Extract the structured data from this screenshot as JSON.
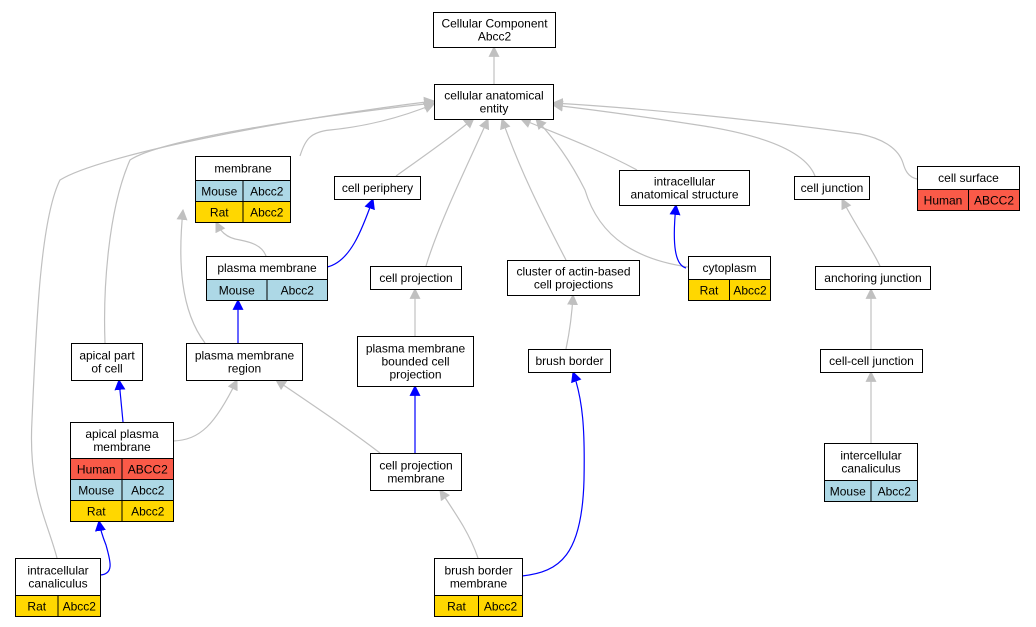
{
  "colors": {
    "human": "#fa5a48",
    "mouse": "#add8e6",
    "rat": "#ffd700",
    "edge_isa": "#c0c0c0",
    "edge_partof": "#0000ff"
  },
  "nodes": {
    "root": {
      "lines": [
        "Cellular Component",
        "Abcc2"
      ],
      "annotations": []
    },
    "cae": {
      "lines": [
        "cellular anatomical",
        "entity"
      ],
      "annotations": []
    },
    "membrane": {
      "lines": [
        "membrane"
      ],
      "annotations": [
        {
          "species": "Mouse",
          "gene": "Abcc2",
          "color": "mouse"
        },
        {
          "species": "Rat",
          "gene": "Abcc2",
          "color": "rat"
        }
      ]
    },
    "cell_periphery": {
      "lines": [
        "cell periphery"
      ],
      "annotations": []
    },
    "intracellular_as": {
      "lines": [
        "intracellular",
        "anatomical structure"
      ],
      "annotations": []
    },
    "cell_junction": {
      "lines": [
        "cell junction"
      ],
      "annotations": []
    },
    "cell_surface": {
      "lines": [
        "cell surface"
      ],
      "annotations": [
        {
          "species": "Human",
          "gene": "ABCC2",
          "color": "human"
        }
      ]
    },
    "plasma_membrane": {
      "lines": [
        "plasma membrane"
      ],
      "annotations": [
        {
          "species": "Mouse",
          "gene": "Abcc2",
          "color": "mouse"
        }
      ]
    },
    "cell_projection": {
      "lines": [
        "cell projection"
      ],
      "annotations": []
    },
    "cluster_actin": {
      "lines": [
        "cluster of actin-based",
        "cell projections"
      ],
      "annotations": []
    },
    "cytoplasm": {
      "lines": [
        "cytoplasm"
      ],
      "annotations": [
        {
          "species": "Rat",
          "gene": "Abcc2",
          "color": "rat"
        }
      ]
    },
    "anchoring_junction": {
      "lines": [
        "anchoring junction"
      ],
      "annotations": []
    },
    "apical_part": {
      "lines": [
        "apical part",
        "of cell"
      ],
      "annotations": []
    },
    "pm_region": {
      "lines": [
        "plasma membrane",
        "region"
      ],
      "annotations": []
    },
    "pm_bounded_proj": {
      "lines": [
        "plasma membrane",
        "bounded cell",
        "projection"
      ],
      "annotations": []
    },
    "brush_border": {
      "lines": [
        "brush border"
      ],
      "annotations": []
    },
    "cell_cell_junction": {
      "lines": [
        "cell-cell junction"
      ],
      "annotations": []
    },
    "apical_pm": {
      "lines": [
        "apical plasma",
        "membrane"
      ],
      "annotations": [
        {
          "species": "Human",
          "gene": "ABCC2",
          "color": "human"
        },
        {
          "species": "Mouse",
          "gene": "Abcc2",
          "color": "mouse"
        },
        {
          "species": "Rat",
          "gene": "Abcc2",
          "color": "rat"
        }
      ]
    },
    "cell_proj_membrane": {
      "lines": [
        "cell projection",
        "membrane"
      ],
      "annotations": []
    },
    "intercell_canaliculus": {
      "lines": [
        "intercellular",
        "canaliculus"
      ],
      "annotations": [
        {
          "species": "Mouse",
          "gene": "Abcc2",
          "color": "mouse"
        }
      ]
    },
    "intracell_canaliculus": {
      "lines": [
        "intracellular",
        "canaliculus"
      ],
      "annotations": [
        {
          "species": "Rat",
          "gene": "Abcc2",
          "color": "rat"
        }
      ]
    },
    "bb_membrane": {
      "lines": [
        "brush border",
        "membrane"
      ],
      "annotations": [
        {
          "species": "Rat",
          "gene": "Abcc2",
          "color": "rat"
        }
      ]
    }
  }
}
